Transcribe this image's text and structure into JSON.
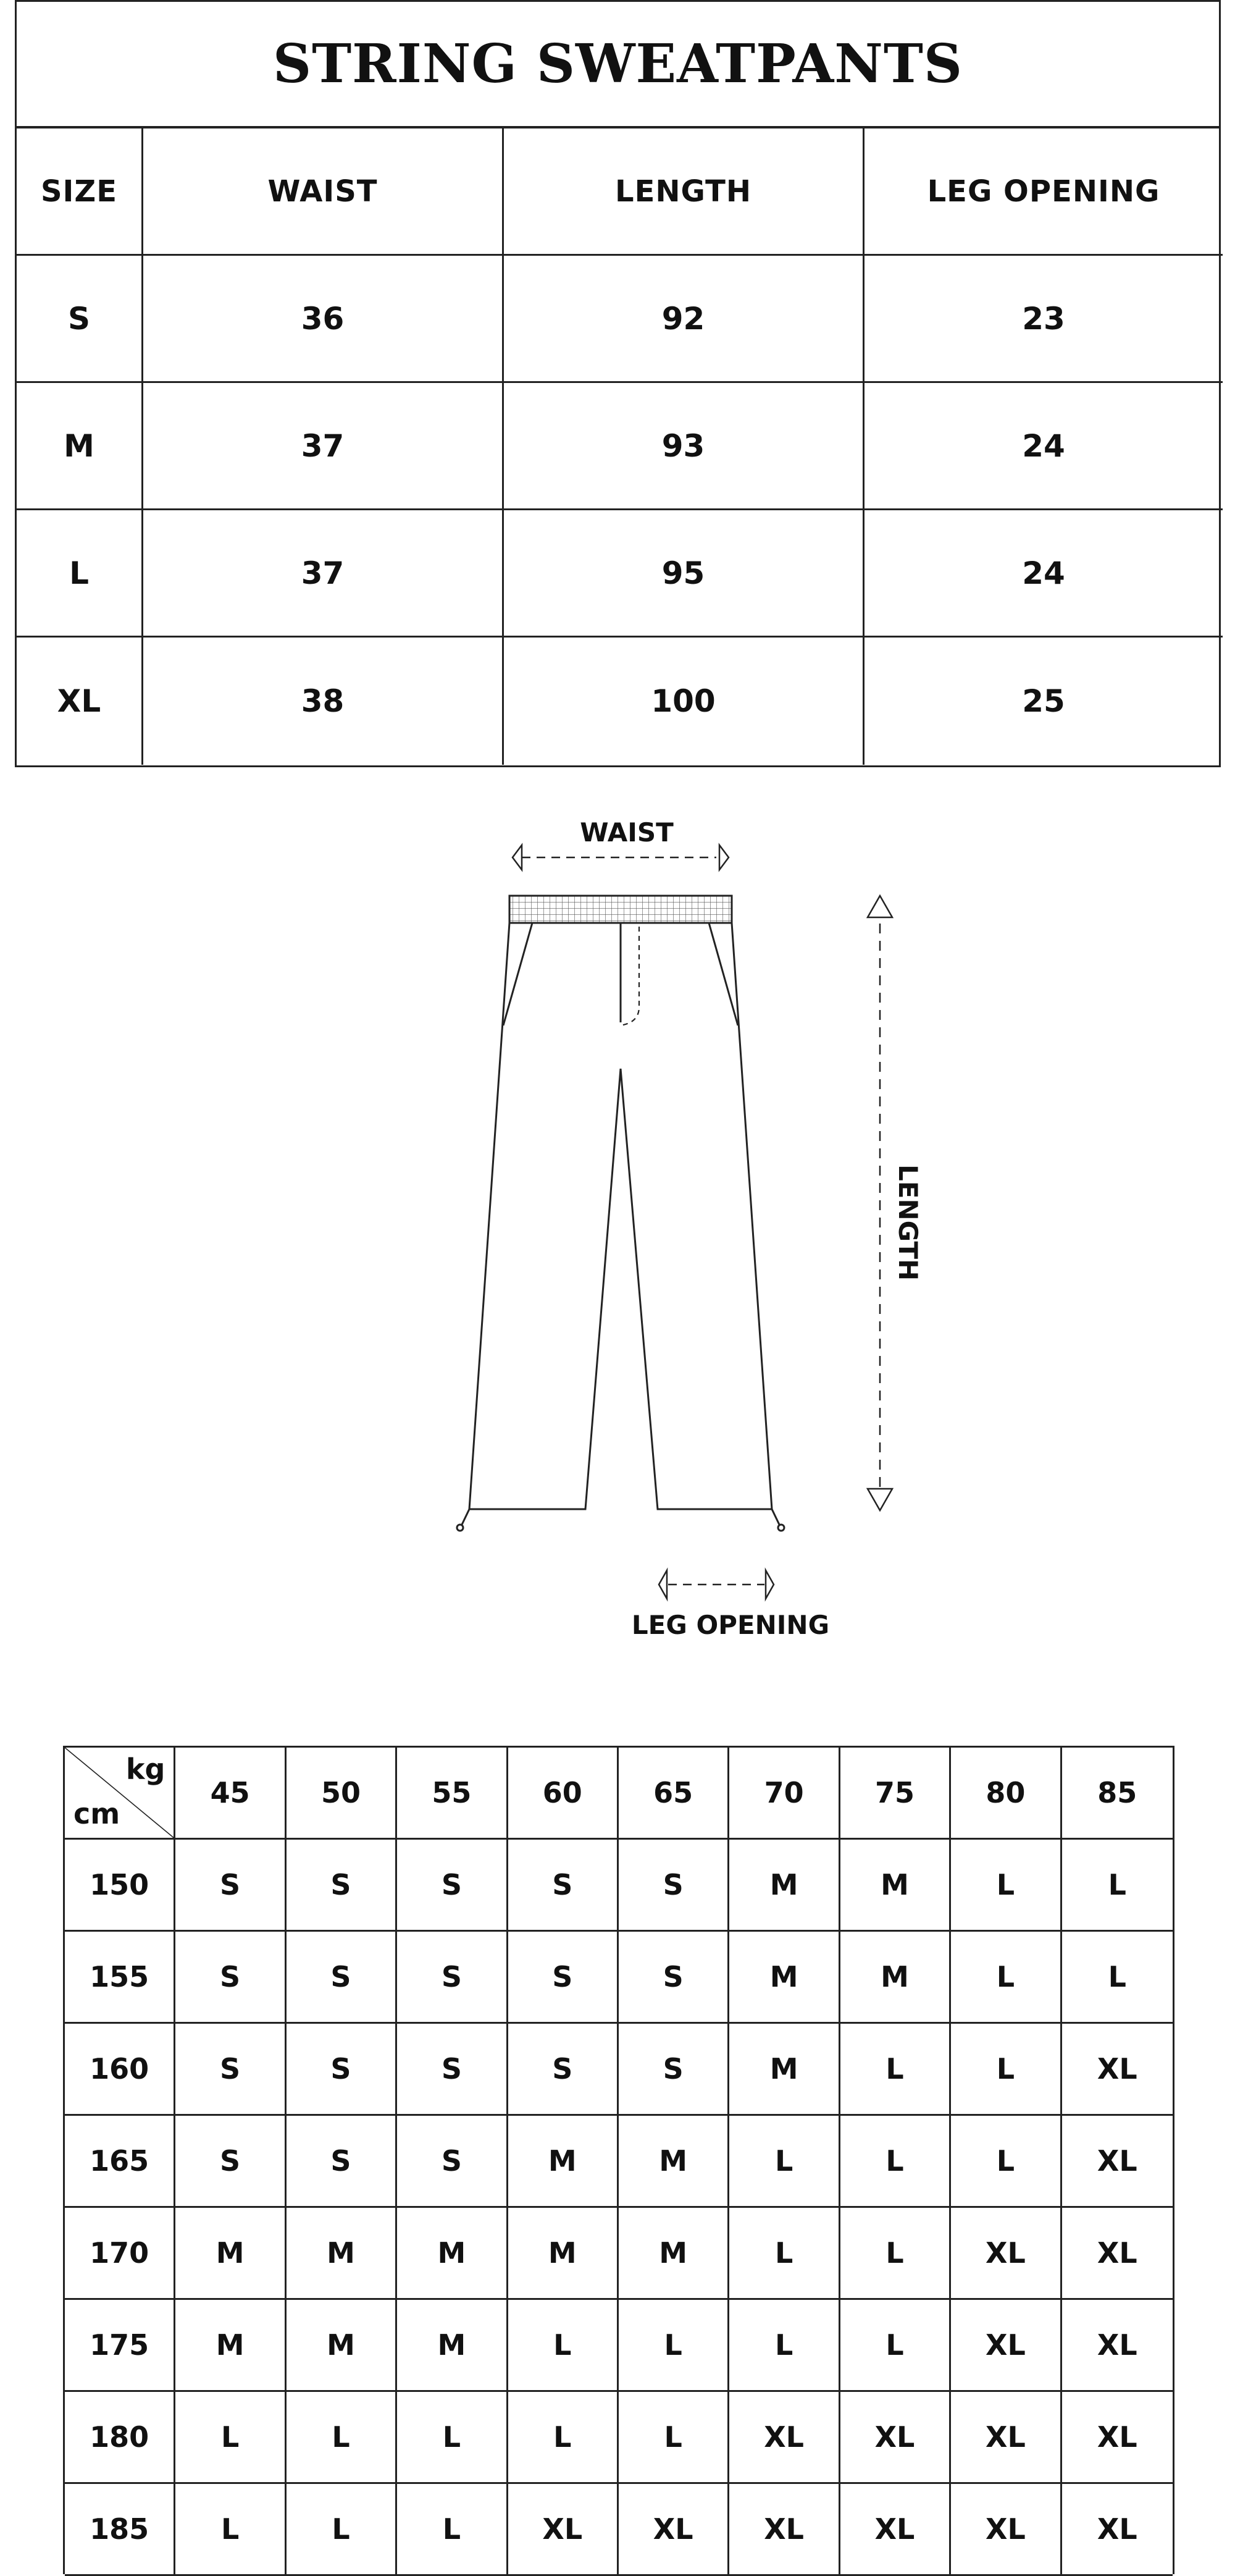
{
  "title": "STRING SWEATPANTS",
  "size_table": {
    "headers": [
      "SIZE",
      "WAIST",
      "LENGTH",
      "LEG OPENING"
    ],
    "rows": [
      [
        "S",
        "36",
        "92",
        "23"
      ],
      [
        "M",
        "37",
        "93",
        "24"
      ],
      [
        "L",
        "37",
        "95",
        "24"
      ],
      [
        "XL",
        "38",
        "100",
        "25"
      ]
    ]
  },
  "diagram": {
    "waist_label": "WAIST",
    "length_label": "LENGTH",
    "leg_opening_label": "LEG OPENING"
  },
  "fit_table": {
    "corner_top": "kg",
    "corner_bottom": "cm",
    "weights": [
      "45",
      "50",
      "55",
      "60",
      "65",
      "70",
      "75",
      "80",
      "85"
    ],
    "rows": [
      {
        "height": "150",
        "sizes": [
          "S",
          "S",
          "S",
          "S",
          "S",
          "M",
          "M",
          "L",
          "L"
        ]
      },
      {
        "height": "155",
        "sizes": [
          "S",
          "S",
          "S",
          "S",
          "S",
          "M",
          "M",
          "L",
          "L"
        ]
      },
      {
        "height": "160",
        "sizes": [
          "S",
          "S",
          "S",
          "S",
          "S",
          "M",
          "L",
          "L",
          "XL"
        ]
      },
      {
        "height": "165",
        "sizes": [
          "S",
          "S",
          "S",
          "M",
          "M",
          "L",
          "L",
          "L",
          "XL"
        ]
      },
      {
        "height": "170",
        "sizes": [
          "M",
          "M",
          "M",
          "M",
          "M",
          "L",
          "L",
          "XL",
          "XL"
        ]
      },
      {
        "height": "175",
        "sizes": [
          "M",
          "M",
          "M",
          "L",
          "L",
          "L",
          "L",
          "XL",
          "XL"
        ]
      },
      {
        "height": "180",
        "sizes": [
          "L",
          "L",
          "L",
          "L",
          "L",
          "XL",
          "XL",
          "XL",
          "XL"
        ]
      },
      {
        "height": "185",
        "sizes": [
          "L",
          "L",
          "L",
          "XL",
          "XL",
          "XL",
          "XL",
          "XL",
          "XL"
        ]
      }
    ]
  }
}
